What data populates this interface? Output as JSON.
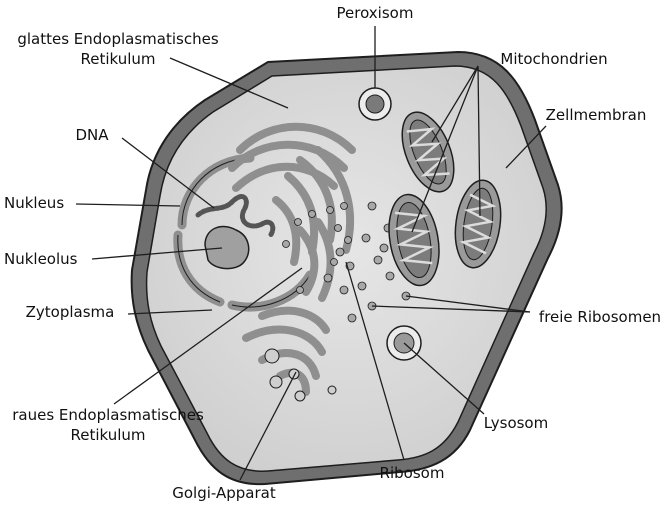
{
  "labels": {
    "peroxisom": "Peroxisom",
    "ser_line1": "glattes Endoplasmatisches",
    "ser_line2": "Retikulum",
    "mitochondrien": "Mitochondrien",
    "zellmembran": "Zellmembran",
    "dna": "DNA",
    "nukleus": "Nukleus",
    "nukleolus": "Nukleolus",
    "zytoplasma": "Zytoplasma",
    "freie_ribosomen": "freie Ribosomen",
    "rer_line1": "raues Endoplasmatisches",
    "rer_line2": "Retikulum",
    "lysosom": "Lysosom",
    "ribosom": "Ribosom",
    "golgi": "Golgi-Apparat"
  },
  "colors": {
    "outer_membrane": "#6f6f6f",
    "cytoplasm": "#dcdcdc",
    "organelle": "#9a9a9a",
    "mito_inner": "#7c7c7c",
    "ribosome": "#a8a8a8",
    "nucleolus": "#a0a0a0",
    "outline": "#1e1e1e"
  }
}
